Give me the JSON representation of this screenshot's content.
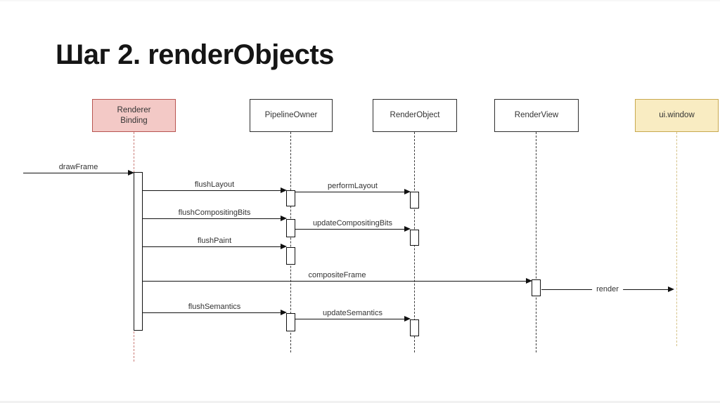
{
  "title": "Шаг 2. renderObjects",
  "colors": {
    "background": "#ffffff",
    "title_text": "#151515",
    "label_text": "#333333",
    "arrow": "#111111",
    "renderer_binding_fill": "#f3c9c6",
    "renderer_binding_stroke": "#b85450",
    "renderer_binding_lifeline": "#c97a75",
    "ui_window_fill": "#f9ecc2",
    "ui_window_stroke": "#c8a94f",
    "ui_window_lifeline": "#d5c289",
    "default_box_fill": "#ffffff",
    "default_box_stroke": "#2e2e2e"
  },
  "diagram": {
    "type": "uml-sequence",
    "participants": [
      {
        "id": "renderer-binding",
        "label": "Renderer\nBinding"
      },
      {
        "id": "pipeline-owner",
        "label": "PipelineOwner"
      },
      {
        "id": "render-object",
        "label": "RenderObject"
      },
      {
        "id": "render-view",
        "label": "RenderView"
      },
      {
        "id": "ui-window",
        "label": "ui.window"
      }
    ],
    "messages": [
      {
        "label": "drawFrame",
        "from": "(start)",
        "to": "renderer-binding"
      },
      {
        "label": "flushLayout",
        "from": "renderer-binding",
        "to": "pipeline-owner"
      },
      {
        "label": "performLayout",
        "from": "pipeline-owner",
        "to": "render-object"
      },
      {
        "label": "flushCompositingBits",
        "from": "renderer-binding",
        "to": "pipeline-owner"
      },
      {
        "label": "updateCompositingBits",
        "from": "pipeline-owner",
        "to": "render-object"
      },
      {
        "label": "flushPaint",
        "from": "renderer-binding",
        "to": "pipeline-owner"
      },
      {
        "label": "compositeFrame",
        "from": "renderer-binding",
        "to": "render-view"
      },
      {
        "label": "render",
        "from": "render-view",
        "to": "ui-window"
      },
      {
        "label": "flushSemantics",
        "from": "renderer-binding",
        "to": "pipeline-owner"
      },
      {
        "label": "updateSemantics",
        "from": "pipeline-owner",
        "to": "render-object"
      }
    ]
  }
}
